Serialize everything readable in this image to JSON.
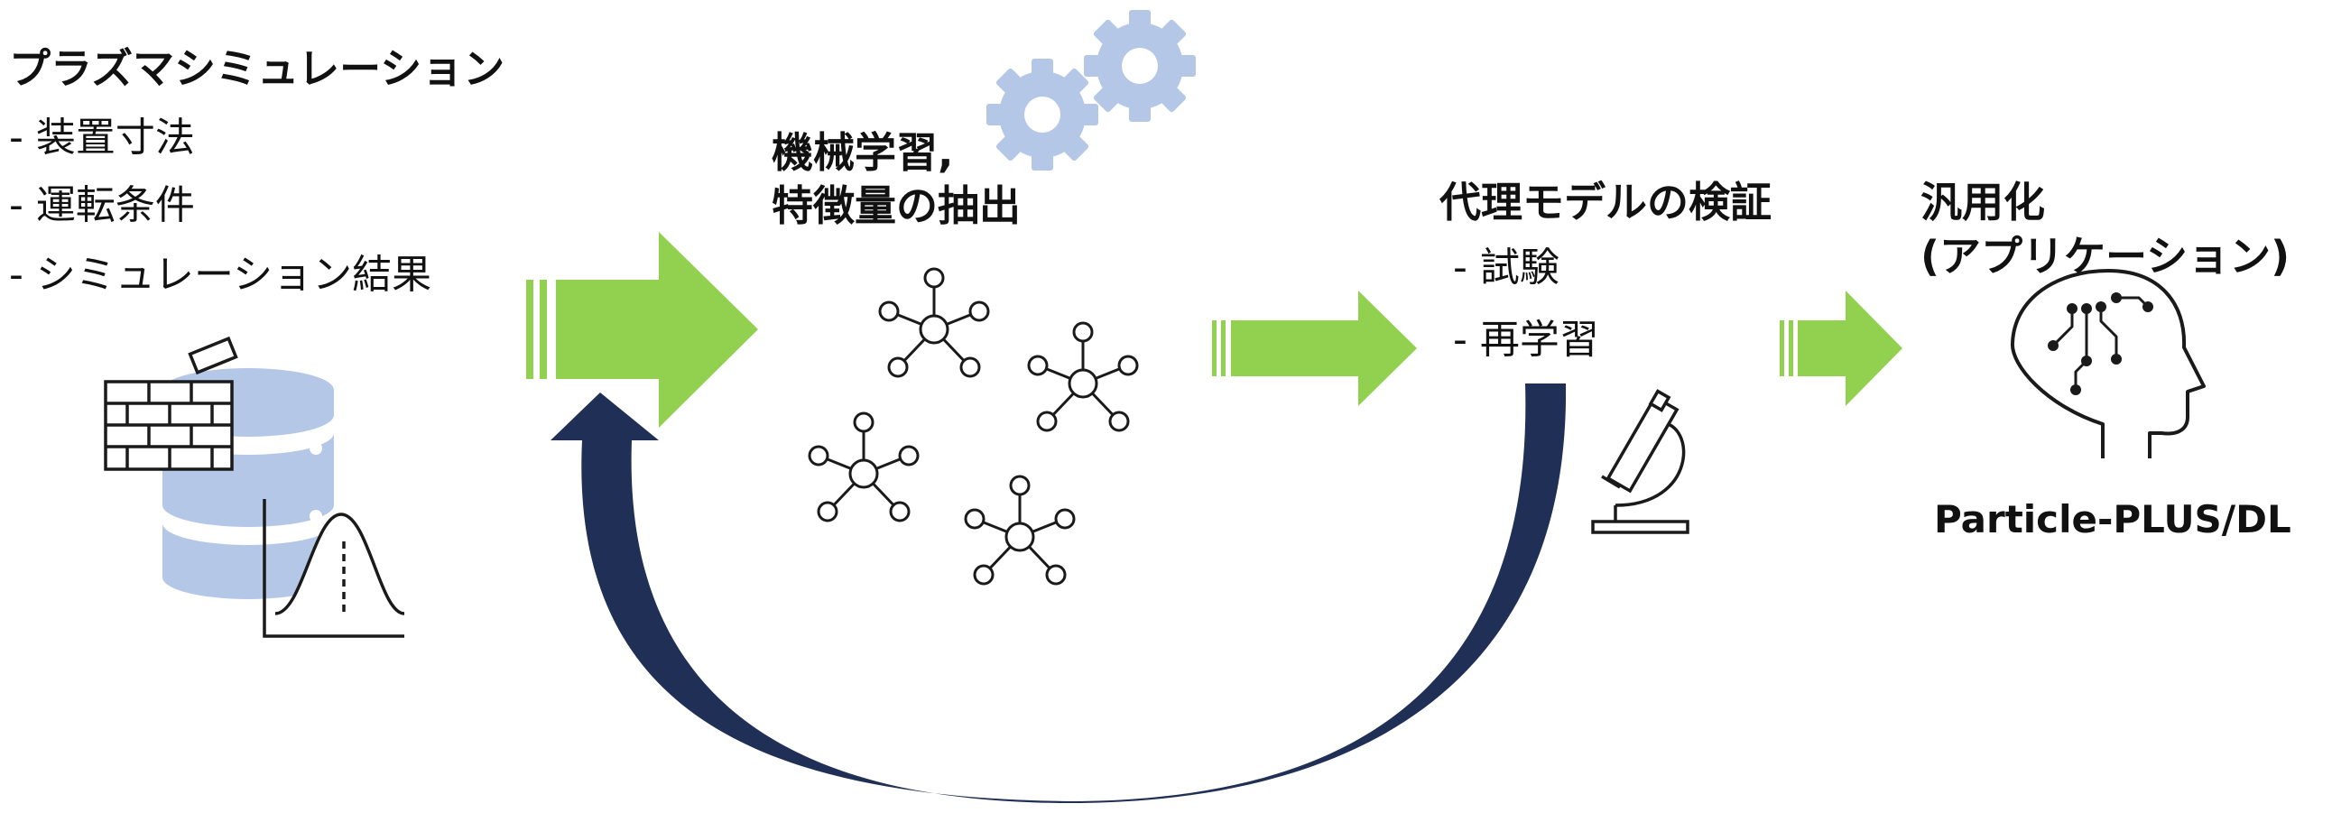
{
  "colors": {
    "arrow_green": "#92D050",
    "loop_navy": "#1F2F55",
    "db_blue": "#B4C7E7",
    "gear_blue": "#B4C7E7",
    "icon_line": "#1a1a1a"
  },
  "sim": {
    "title": "プラズマシミュレーション",
    "items": [
      "- 装置寸法",
      "- 運転条件",
      "- シミュレーション結果"
    ]
  },
  "ml": {
    "title_line1": "機械学習,",
    "title_line2": "特徴量の抽出"
  },
  "verify": {
    "title": "代理モデルの検証",
    "items": [
      "- 試験",
      "- 再学習"
    ]
  },
  "general": {
    "title_line1": "汎用化",
    "title_line2": "(アプリケーション)",
    "product": "Particle-PLUS/DL"
  },
  "icons": [
    "database-icon",
    "firewall-icon",
    "distribution-chart-icon",
    "gear-icon",
    "network-node-icon",
    "microscope-icon",
    "ai-head-icon",
    "feedback-loop-arrow"
  ]
}
